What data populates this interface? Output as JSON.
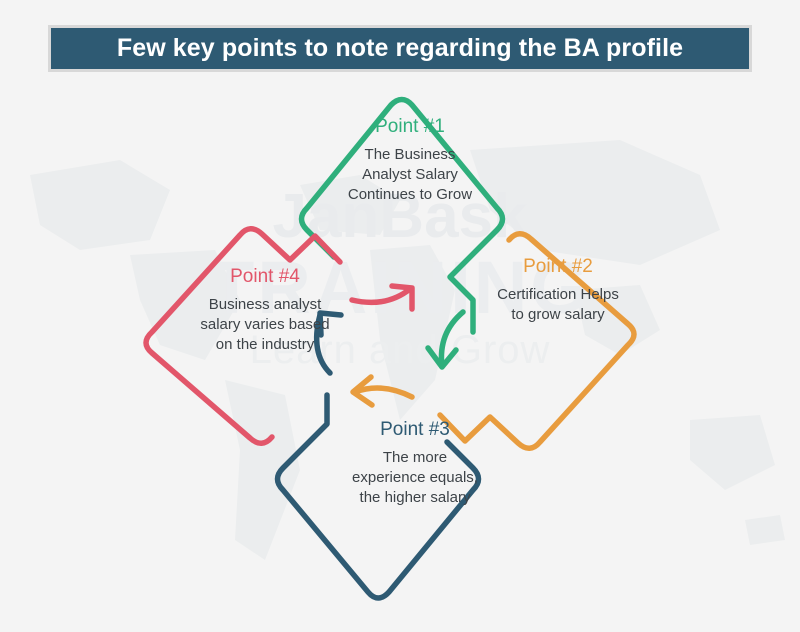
{
  "page": {
    "background_color": "#f4f4f4"
  },
  "header": {
    "title": "Few key points to note regarding the BA profile",
    "background_color": "#2e5a73",
    "text_color": "#ffffff",
    "border_color": "#d8d8d8"
  },
  "watermark": {
    "line1": "JanBask",
    "line2": "TRAINING",
    "line3": "Learn and Grow"
  },
  "diagram": {
    "type": "cycle-diamonds",
    "points": [
      {
        "id": "point-1",
        "title": "Point #1",
        "description_lines": [
          "The Business",
          "Analyst Salary",
          "Continues to Grow"
        ],
        "color": "#2faf7c",
        "position": "top"
      },
      {
        "id": "point-2",
        "title": "Point #2",
        "description_lines": [
          "Certification Helps",
          "to grow salary"
        ],
        "color": "#e89c3e",
        "position": "right"
      },
      {
        "id": "point-3",
        "title": "Point #3",
        "description_lines": [
          "The more",
          "experience equals,",
          "the higher salary"
        ],
        "color": "#2e5a73",
        "position": "bottom"
      },
      {
        "id": "point-4",
        "title": "Point #4",
        "description_lines": [
          "Business analyst",
          "salary varies based",
          "on the industry"
        ],
        "color": "#e2566a",
        "position": "left"
      }
    ],
    "arrows": [
      {
        "id": "arrow-1-to-2",
        "color": "#2faf7c",
        "direction": "down"
      },
      {
        "id": "arrow-2-to-3",
        "color": "#e89c3e",
        "direction": "left"
      },
      {
        "id": "arrow-3-to-4",
        "color": "#2e5a73",
        "direction": "up"
      },
      {
        "id": "arrow-4-to-1",
        "color": "#e2566a",
        "direction": "right"
      }
    ]
  }
}
